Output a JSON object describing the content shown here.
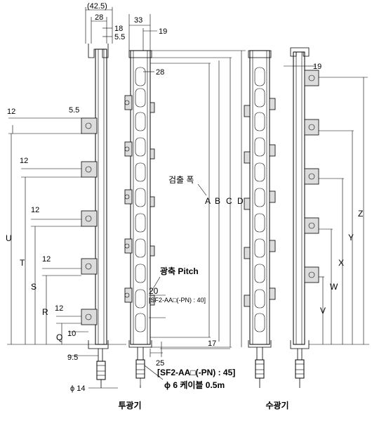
{
  "labels": {
    "detection_width": "검출 폭",
    "beam_pitch": "광축 Pitch",
    "pitch_value": "20",
    "pitch_note": "[SF2-AA□(-PN) : 40]",
    "bottom_note": "[SF2-AA□(-PN) : 45]",
    "cable": "ϕ 6 케이블 0.5m",
    "phi14": "ϕ 14",
    "emitter": "투광기",
    "receiver": "수광기"
  },
  "dims": {
    "d42_5": "(42.5)",
    "d28a": "28",
    "d18": "18",
    "d5_5a": "5.5",
    "d33": "33",
    "d19a": "19",
    "d28b": "28",
    "d12a": "12",
    "d5_5b": "5.5",
    "d12b": "12",
    "d12c": "12",
    "d12d": "12",
    "d12e": "12",
    "d10": "10",
    "d9_5": "9.5",
    "d25": "25",
    "d17": "17",
    "d19b": "19",
    "U": "U",
    "T": "T",
    "S": "S",
    "R": "R",
    "Q": "Q",
    "A": "A",
    "B": "B",
    "C": "C",
    "D": "D",
    "V": "V",
    "W": "W",
    "X": "X",
    "Y": "Y",
    "Z": "Z"
  }
}
